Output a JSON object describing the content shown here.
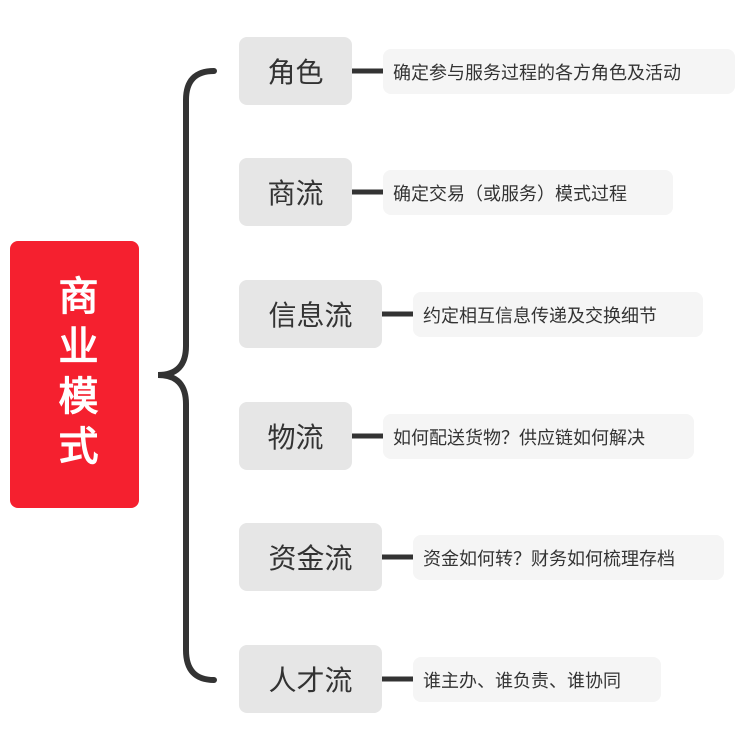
{
  "root": {
    "label": "商业模式",
    "color": "#f5202f"
  },
  "connector_color": "#333333",
  "branches": [
    {
      "label": "角色",
      "description": "确定参与服务过程的各方角色及活动"
    },
    {
      "label": "商流",
      "description": "确定交易（或服务）模式过程"
    },
    {
      "label": "信息流",
      "description": "约定相互信息传递及交换细节"
    },
    {
      "label": "物流",
      "description": "如何配送货物？供应链如何解决"
    },
    {
      "label": "资金流",
      "description": "资金如何转？财务如何梳理存档"
    },
    {
      "label": "人才流",
      "description": "谁主办、谁负责、谁协同"
    }
  ]
}
